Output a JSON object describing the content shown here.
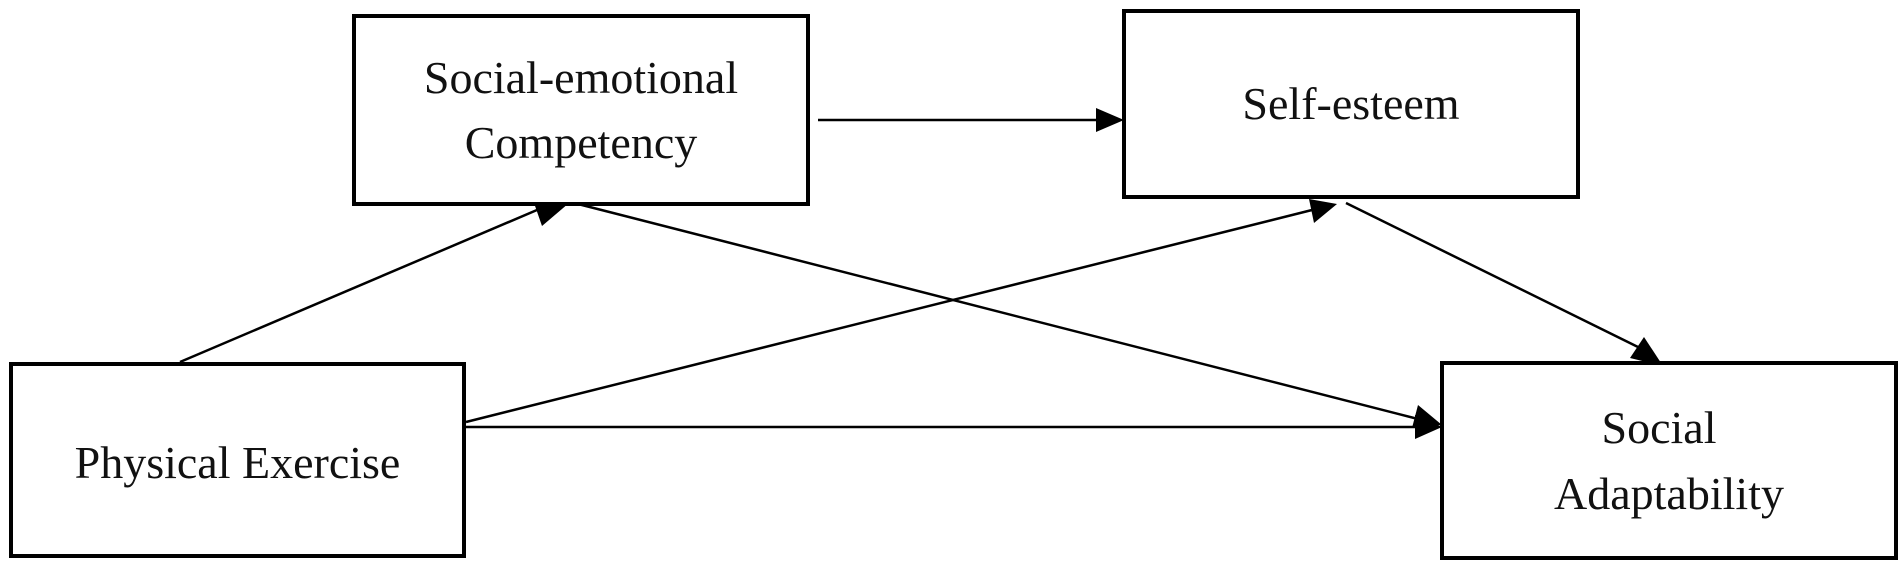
{
  "nodes": {
    "social_emotional": {
      "line1": "Social-emotional",
      "line2": "Competency"
    },
    "self_esteem": {
      "label": "Self-esteem"
    },
    "physical_exercise": {
      "label": "Physical Exercise"
    },
    "social_adaptability": {
      "line1": "Social",
      "line2": "Adaptability"
    }
  },
  "paths": [
    {
      "from": "Physical Exercise",
      "to": "Social-emotional Competency"
    },
    {
      "from": "Physical Exercise",
      "to": "Self-esteem"
    },
    {
      "from": "Physical Exercise",
      "to": "Social Adaptability"
    },
    {
      "from": "Social-emotional Competency",
      "to": "Self-esteem"
    },
    {
      "from": "Social-emotional Competency",
      "to": "Social Adaptability"
    },
    {
      "from": "Self-esteem",
      "to": "Social Adaptability"
    }
  ],
  "colors": {
    "stroke": "#000000",
    "text": "#111111",
    "background": "#ffffff"
  }
}
